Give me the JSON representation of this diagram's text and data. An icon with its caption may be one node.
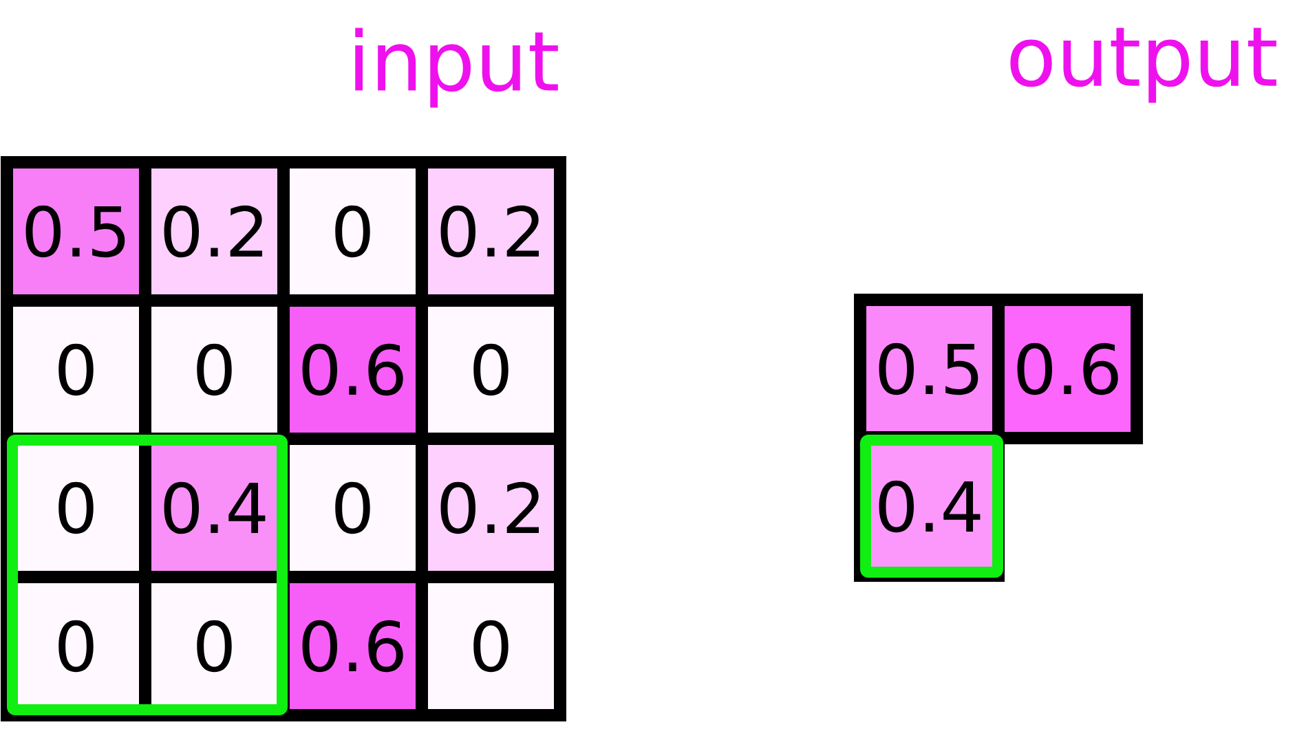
{
  "diagram": {
    "nodes": [
      {
        "text": [
          "0.5"
        ]
      },
      {
        "text": [
          "0.2"
        ]
      },
      {
        "text": [
          "0"
        ]
      },
      {
        "text": [
          "0.2"
        ]
      },
      {
        "text": [
          "0"
        ]
      },
      {
        "text": [
          "0"
        ]
      },
      {
        "text": [
          "0.6"
        ]
      },
      {
        "text": [
          "0"
        ]
      },
      {
        "text": [
          "0"
        ]
      },
      {
        "text": [
          "0.4"
        ]
      },
      {
        "text": [
          "0"
        ]
      },
      {
        "text": [
          "0.2"
        ]
      },
      {
        "text": [
          "0"
        ]
      },
      {
        "text": [
          "0"
        ]
      },
      {
        "text": [
          "0.6"
        ]
      },
      {
        "text": [
          "0"
        ]
      },
      {
        "text": [
          "0.5"
        ]
      },
      {
        "text": [
          "0.6"
        ]
      },
      {
        "text": [
          "0.4"
        ]
      }
    ],
    "labels": [
      "input",
      "output"
    ]
  }
}
